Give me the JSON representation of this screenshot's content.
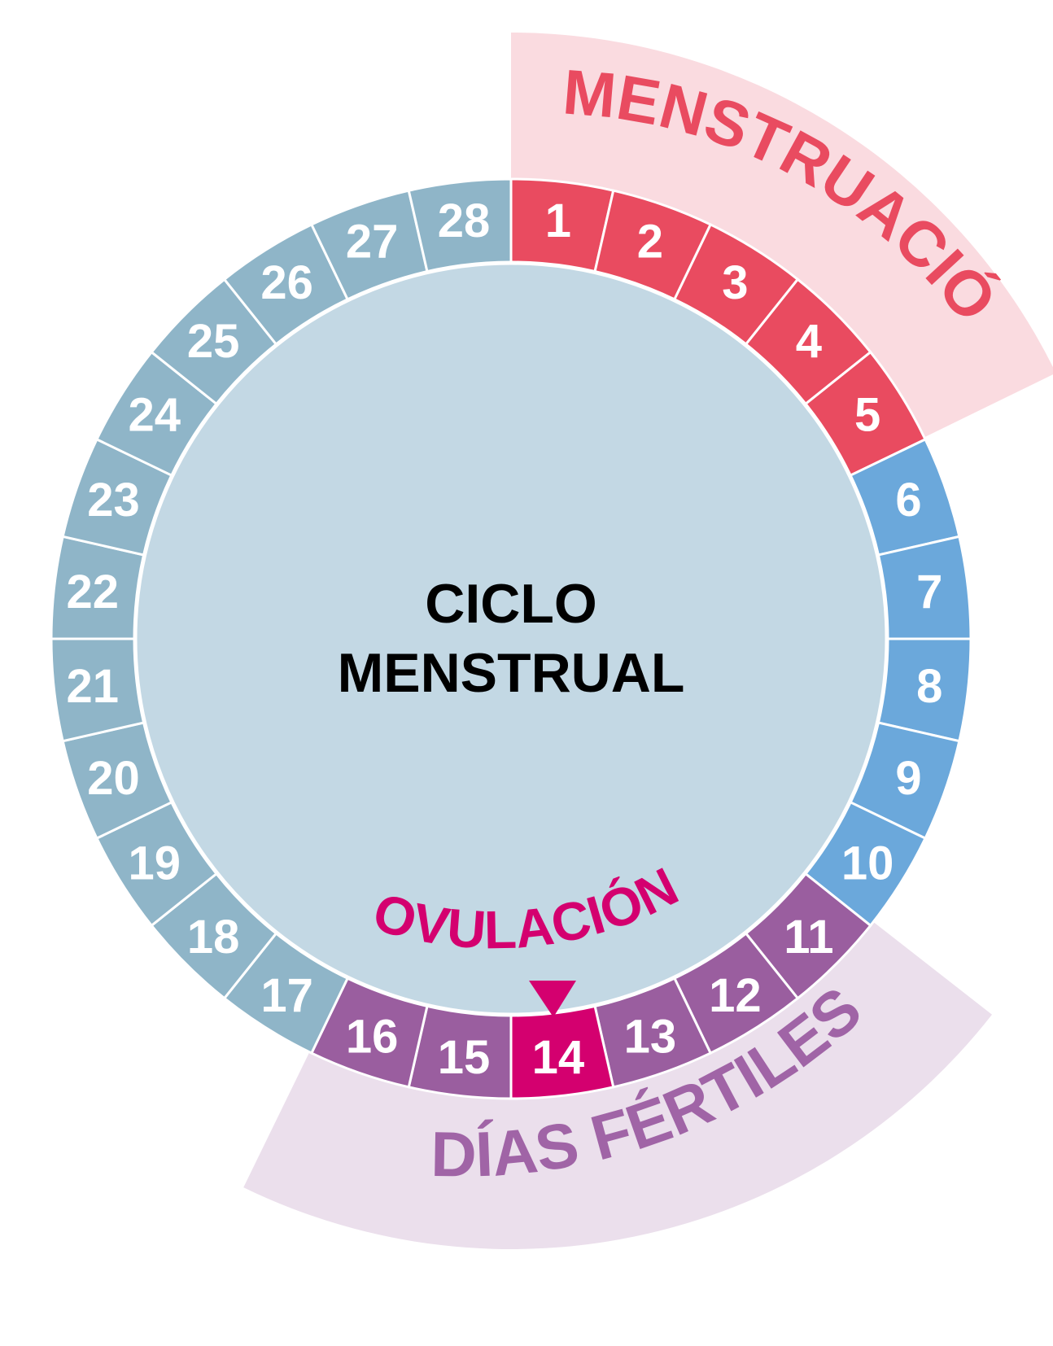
{
  "title": {
    "line1": "CICLO",
    "line2": "MENSTRUAL"
  },
  "phases": {
    "menstruation": {
      "label": "MENSTRUACIÓN",
      "days": [
        1,
        2,
        3,
        4,
        5
      ],
      "color": "#e94b60",
      "band_color": "#fadbe0"
    },
    "follicular": {
      "days": [
        6,
        7,
        8,
        9,
        10
      ],
      "color": "#6ba8db"
    },
    "fertile": {
      "label": "DÍAS FÉRTILES",
      "days": [
        11,
        12,
        13,
        14,
        15,
        16
      ],
      "color": "#9a5e9f",
      "band_color": "#ebdfec",
      "text_color": "#a064a6"
    },
    "ovulation": {
      "label": "OVULACIÓN",
      "day": 14,
      "color": "#d4006f",
      "arrow": "down-triangle"
    },
    "luteal": {
      "days": [
        17,
        18,
        19,
        20,
        21,
        22,
        23,
        24,
        25,
        26,
        27,
        28
      ],
      "color": "#8fb5c8"
    }
  },
  "days": [
    {
      "label": "1",
      "phase": "menstruation"
    },
    {
      "label": "2",
      "phase": "menstruation"
    },
    {
      "label": "3",
      "phase": "menstruation"
    },
    {
      "label": "4",
      "phase": "menstruation"
    },
    {
      "label": "5",
      "phase": "menstruation"
    },
    {
      "label": "6",
      "phase": "follicular"
    },
    {
      "label": "7",
      "phase": "follicular"
    },
    {
      "label": "8",
      "phase": "follicular"
    },
    {
      "label": "9",
      "phase": "follicular"
    },
    {
      "label": "10",
      "phase": "follicular"
    },
    {
      "label": "11",
      "phase": "fertile"
    },
    {
      "label": "12",
      "phase": "fertile"
    },
    {
      "label": "13",
      "phase": "fertile"
    },
    {
      "label": "14",
      "phase": "ovulation"
    },
    {
      "label": "15",
      "phase": "fertile"
    },
    {
      "label": "16",
      "phase": "fertile"
    },
    {
      "label": "17",
      "phase": "luteal"
    },
    {
      "label": "18",
      "phase": "luteal"
    },
    {
      "label": "19",
      "phase": "luteal"
    },
    {
      "label": "20",
      "phase": "luteal"
    },
    {
      "label": "21",
      "phase": "luteal"
    },
    {
      "label": "22",
      "phase": "luteal"
    },
    {
      "label": "23",
      "phase": "luteal"
    },
    {
      "label": "24",
      "phase": "luteal"
    },
    {
      "label": "25",
      "phase": "luteal"
    },
    {
      "label": "26",
      "phase": "luteal"
    },
    {
      "label": "27",
      "phase": "luteal"
    },
    {
      "label": "28",
      "phase": "luteal"
    }
  ],
  "colors": {
    "center_fill": "#c3d8e4",
    "separator": "#ffffff"
  }
}
